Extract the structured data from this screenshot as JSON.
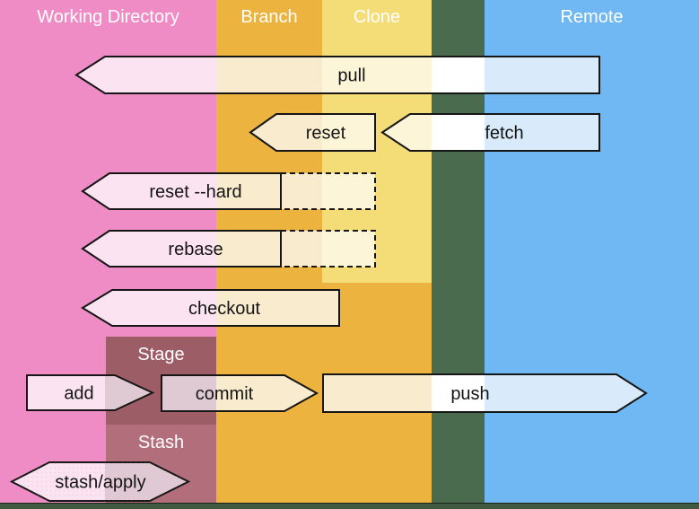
{
  "bands": {
    "working_directory": {
      "label": "Working Directory",
      "color": "#ef8cc5"
    },
    "branch": {
      "label": "Branch",
      "color": "#ecb43f"
    },
    "clone": {
      "label": "Clone",
      "color": "#f4dc77"
    },
    "divider": {
      "color": "#4a6b4d"
    },
    "remote": {
      "label": "Remote",
      "color": "#6fb8f4"
    }
  },
  "overlays": {
    "stage": {
      "label": "Stage",
      "color": "#9d5d67"
    },
    "stash": {
      "label": "Stash",
      "color": "#b26e7a"
    }
  },
  "arrows": {
    "pull": {
      "label": "pull",
      "direction": "left"
    },
    "reset": {
      "label": "reset",
      "direction": "left"
    },
    "fetch": {
      "label": "fetch",
      "direction": "left"
    },
    "reset_hard": {
      "label": "reset --hard",
      "direction": "left"
    },
    "rebase": {
      "label": "rebase",
      "direction": "left"
    },
    "checkout": {
      "label": "checkout",
      "direction": "left"
    },
    "add": {
      "label": "add",
      "direction": "right"
    },
    "commit": {
      "label": "commit",
      "direction": "right"
    },
    "push": {
      "label": "push",
      "direction": "right"
    },
    "stash_apply": {
      "label": "stash/apply",
      "direction": "both"
    }
  },
  "palette": {
    "fill_pink": "#fbe3f1",
    "fill_cream": "#f9ecce",
    "fill_yellow": "#fcf5d8",
    "fill_white": "#ffffff",
    "fill_blue": "#d9eafa",
    "fill_mauve": "#dfc9d3",
    "stroke": "#161616"
  }
}
